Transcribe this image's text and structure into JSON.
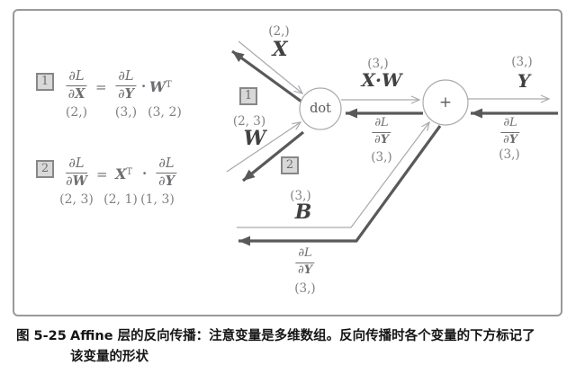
{
  "colors": {
    "line_thin": "#a8aaad",
    "line_thick": "#58595b",
    "text_gray": "#6d6e71",
    "shape_gray": "#7d7f82",
    "frame": "#97999c",
    "label_dark": "#414042",
    "tag_bg": "#d8d8d7",
    "tag_border": "#85878a"
  },
  "equations": {
    "eq1": {
      "tag": "1",
      "lhs_num": "∂L",
      "lhs_den_d": "∂",
      "lhs_den_v": "X",
      "eq": "=",
      "rhs_num": "∂L",
      "rhs_den_d": "∂",
      "rhs_den_v": "Y",
      "mul": "·",
      "w_base": "W",
      "w_sup": "T",
      "shape_lhs": "(2,)",
      "shape_rhs": "(3,)",
      "shape_w": "(3, 2)"
    },
    "eq2": {
      "tag": "2",
      "lhs_num": "∂L",
      "lhs_den_d": "∂",
      "lhs_den_v": "W",
      "eq": "=",
      "x_base": "X",
      "x_sup": "T",
      "mul": "·",
      "rhs_num": "∂L",
      "rhs_den_d": "∂",
      "rhs_den_v": "Y",
      "shape_lhs": "(2, 3)",
      "shape_x": "(2, 1)",
      "shape_rhs": "(1, 3)"
    }
  },
  "diagram": {
    "node_dot": "dot",
    "node_plus": "+",
    "tag1": "1",
    "tag2": "2",
    "x_shape": "(2,)",
    "x_label": "X",
    "w_shape": "(2, 3)",
    "w_label": "W",
    "b_shape": "(3,)",
    "b_label": "B",
    "xw_shape": "(3,)",
    "xw_label": "X·W",
    "y_shape": "(3,)",
    "y_label": "Y",
    "grad": {
      "num": "∂L",
      "den_d": "∂",
      "den_v": "Y",
      "shape": "(3,)"
    }
  },
  "caption": {
    "label": "图 5-25",
    "line1": "Affine 层的反向传播：注意变量是多维数组。反向传播时各个变量的下方标记了",
    "line2": "该变量的形状"
  }
}
